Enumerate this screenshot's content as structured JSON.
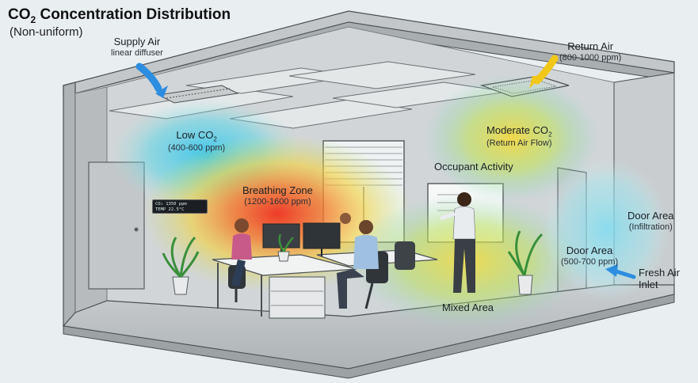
{
  "title": {
    "prefix": "CO",
    "subscript": "2",
    "rest": " Concentration Distribution"
  },
  "subtitle": "(Non-uniform)",
  "labels": {
    "supply_air": {
      "title": "Supply Air",
      "detail": "linear diffuser"
    },
    "return_air": {
      "title": "Return Air",
      "detail": "(800-1000 ppm)"
    },
    "low_co2": {
      "prefix": "Low CO",
      "subscript": "2",
      "detail": "(400-600 ppm)"
    },
    "moderate_co2": {
      "prefix": "Moderate CO",
      "subscript": "2",
      "detail": "(Return Air Flow)"
    },
    "occupant_activity": {
      "title": "Occupant Activity"
    },
    "breathing_zone": {
      "title": "Breathing Zone",
      "detail": "(1200-1600 ppm)"
    },
    "door_area_inner": {
      "title": "Door Area",
      "detail": "(500-700 ppm)"
    },
    "door_area_outer": {
      "title": "Door Area",
      "detail": "(Infiltration)"
    },
    "fresh_air_inlet": {
      "line1": "Fresh Air",
      "line2": "Inlet"
    },
    "mixed_area": {
      "title": "Mixed Area"
    }
  },
  "sensor_panel": {
    "line1": "CO₂ 1350 ppm",
    "line2": "TEMP 22.5°C"
  },
  "colors": {
    "background": "#e9eef1",
    "wall": "#b9bdbf",
    "low_zone": "#3ec6e8",
    "moderate_zone": "#f2d43a",
    "high_zone": "#ec3f2c",
    "arrow_supply": "#2d8de0",
    "arrow_return": "#f2c818"
  }
}
